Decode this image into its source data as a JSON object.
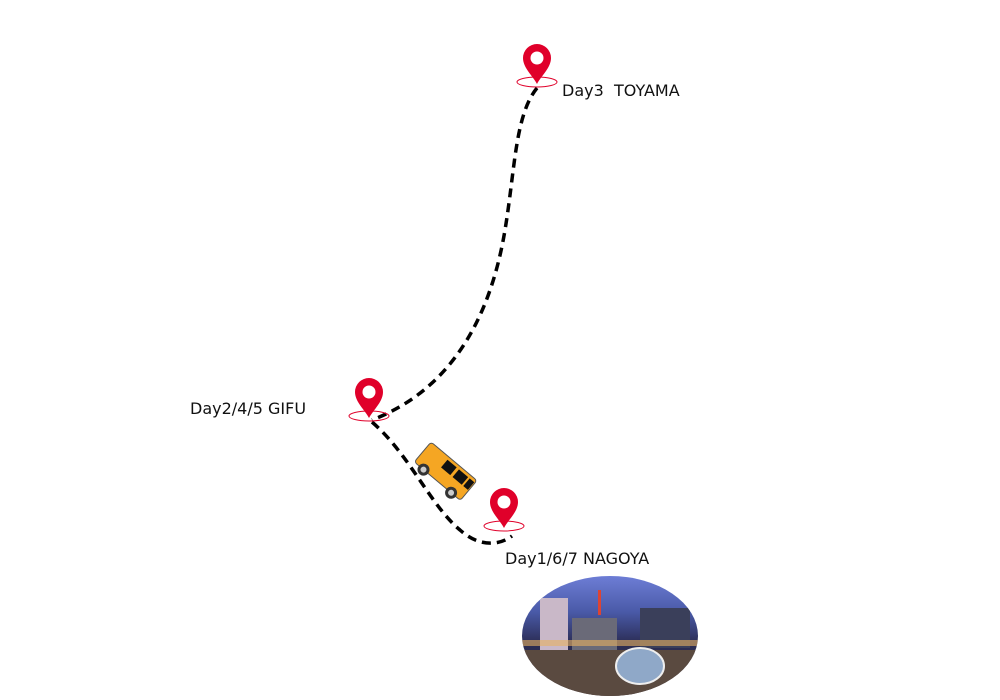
{
  "stops": [
    {
      "label": "Day3  TOYAMA",
      "icon": "map-pin-icon"
    },
    {
      "label": "Day2/4/5 GIFU",
      "icon": "map-pin-icon"
    },
    {
      "label": "Day1/6/7 NAGOYA",
      "icon": "map-pin-icon"
    }
  ],
  "vehicle_icon": "car-icon",
  "photo": "nagoya-city-night-photo",
  "colors": {
    "pin": "#e0002a",
    "route": "#000000",
    "car": "#f5a623"
  }
}
